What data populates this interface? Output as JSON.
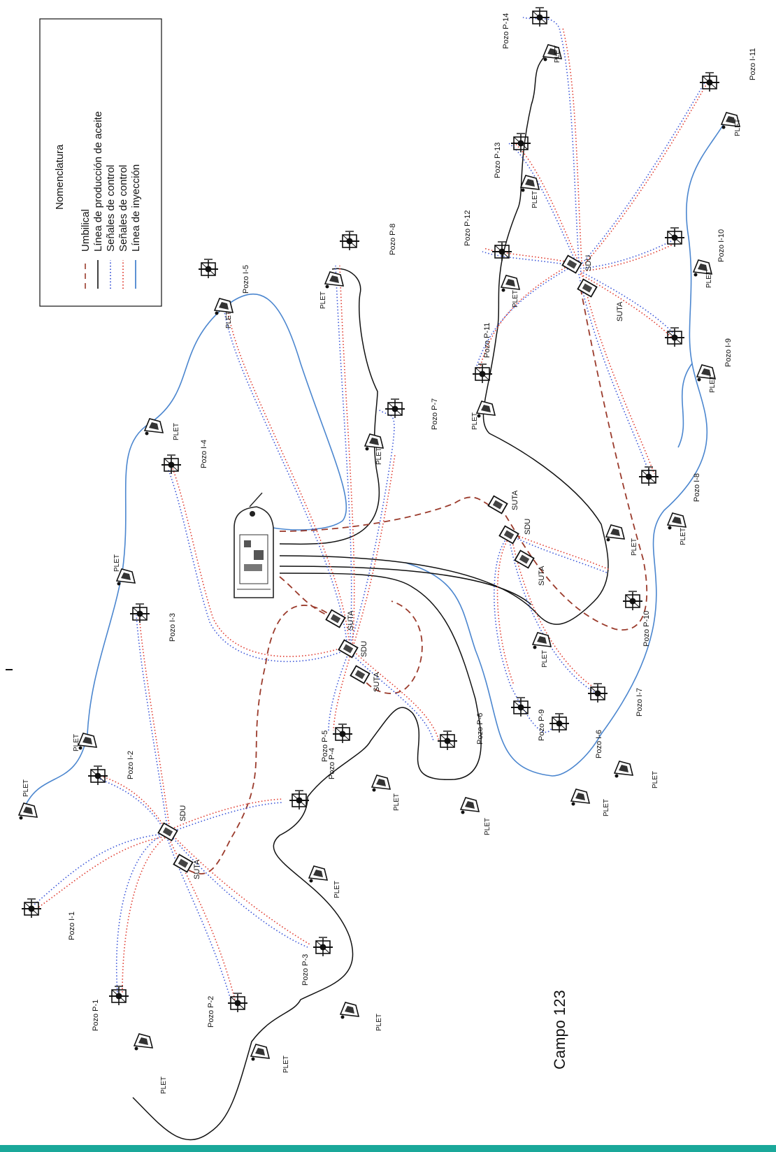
{
  "legend": {
    "title": "Nomenclatura",
    "items": [
      {
        "label": "Umbilical",
        "color": "#9b3b2c",
        "style": "dashed-long"
      },
      {
        "label": "Línea de producción de aceite",
        "color": "#111111",
        "style": "solid"
      },
      {
        "label": "Señales de control",
        "color": "#3a55d8",
        "style": "dotted"
      },
      {
        "label": "Señales de control",
        "color": "#e03a2e",
        "style": "dotted"
      },
      {
        "label": "Línea de inyección",
        "color": "#4b86cf",
        "style": "solid"
      }
    ]
  },
  "field_label": "Campo 123",
  "plet_label": "PLET",
  "sdu_label": "SDU",
  "suta_label": "SUTA",
  "wells": [
    "Pozo P-1",
    "Pozo P-2",
    "Pozo P-3",
    "Pozo P-4",
    "Pozo P-5",
    "Pozo P-6",
    "Pozo P-7",
    "Pozo P-8",
    "Pozo P-9",
    "Pozo P-10",
    "Pozo P-11",
    "Pozo P-12",
    "Pozo P-13",
    "Pozo P-14",
    "Pozo I-1",
    "Pozo I-2",
    "Pozo I-3",
    "Pozo I-4",
    "Pozo I-5",
    "Pozo I-6",
    "Pozo I-7",
    "Pozo I-8",
    "Pozo I-9",
    "Pozo I-10",
    "Pozo I-11"
  ],
  "colors": {
    "umbilical": "#9b3b2c",
    "production": "#111111",
    "control_blue": "#3a55d8",
    "control_red": "#e03a2e",
    "injection": "#4b86cf",
    "accent_bar": "#1aa89a"
  }
}
